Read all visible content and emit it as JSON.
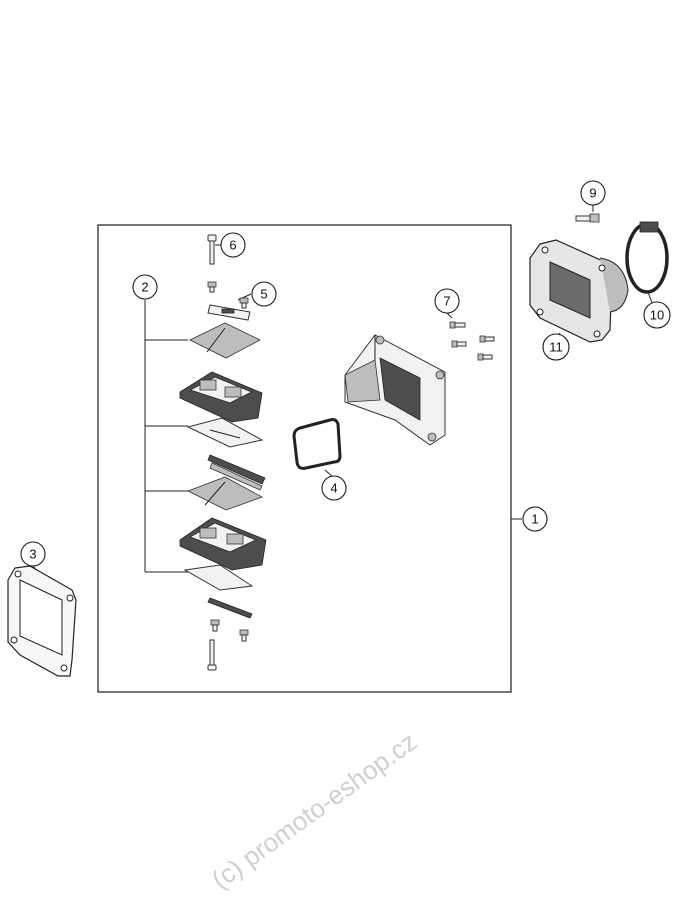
{
  "callouts": [
    "1",
    "2",
    "3",
    "4",
    "5",
    "6",
    "7",
    "9",
    "10",
    "11"
  ],
  "watermark": "(c) promoto-eshop.cz",
  "colors": {
    "line": "#1a1a1a",
    "part_fill": "#f2f2f2",
    "dark_fill": "#4d4d4d",
    "watermark": "#cfcfcf"
  }
}
